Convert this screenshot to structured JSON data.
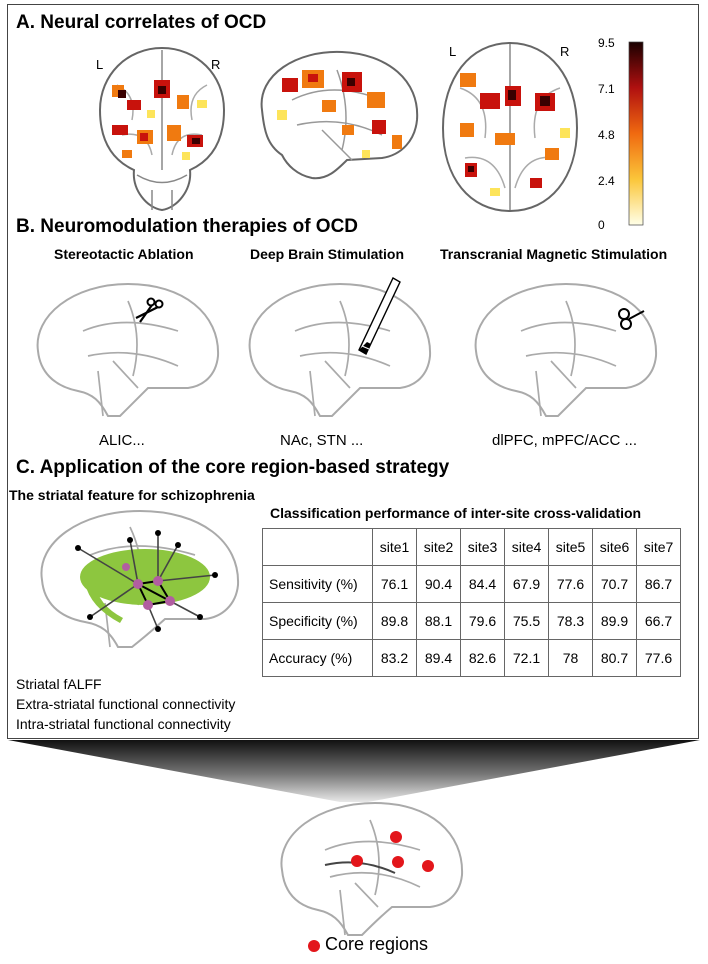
{
  "panel_a": {
    "title": "A. Neural correlates of OCD",
    "left_label": "L",
    "right_label": "R",
    "colorbar_ticks": [
      "9.5",
      "7.1",
      "4.8",
      "2.4",
      "0"
    ]
  },
  "panel_b": {
    "title": "B. Neuromodulation therapies of OCD",
    "therapies": [
      {
        "name": "Stereotactic Ablation",
        "targets": "ALIC..."
      },
      {
        "name": "Deep Brain Stimulation",
        "targets": "NAc, STN ..."
      },
      {
        "name": "Transcranial Magnetic Stimulation",
        "targets": "dlPFC, mPFC/ACC ..."
      }
    ]
  },
  "panel_c": {
    "title": "C. Application of the core region-based strategy",
    "feature_title": "The striatal feature for schizophrenia",
    "features": [
      "Striatal fALFF",
      "Extra-striatal functional connectivity",
      "Intra-striatal functional connectivity"
    ],
    "table_title": "Classification performance of inter-site cross-validation",
    "columns": [
      "",
      "site1",
      "site2",
      "site3",
      "site4",
      "site5",
      "site6",
      "site7"
    ],
    "rows": [
      {
        "label": "Sensitivity (%)",
        "values": [
          "76.1",
          "90.4",
          "84.4",
          "67.9",
          "77.6",
          "70.7",
          "86.7"
        ]
      },
      {
        "label": "Specificity (%)",
        "values": [
          "89.8",
          "88.1",
          "79.6",
          "75.5",
          "78.3",
          "89.9",
          "66.7"
        ]
      },
      {
        "label": "Accuracy (%)",
        "values": [
          "83.2",
          "89.4",
          "82.6",
          "72.1",
          "78",
          "80.7",
          "77.6"
        ]
      }
    ]
  },
  "bottom": {
    "legend_label": "Core regions",
    "core_color": "#e3161b"
  },
  "colors": {
    "heat_dark": "#3a0000",
    "heat_red": "#c8120c",
    "heat_orange": "#f07a10",
    "heat_yellow": "#fde45a",
    "striatum_green": "#8dc63f",
    "node_purple": "#b15ea0"
  }
}
